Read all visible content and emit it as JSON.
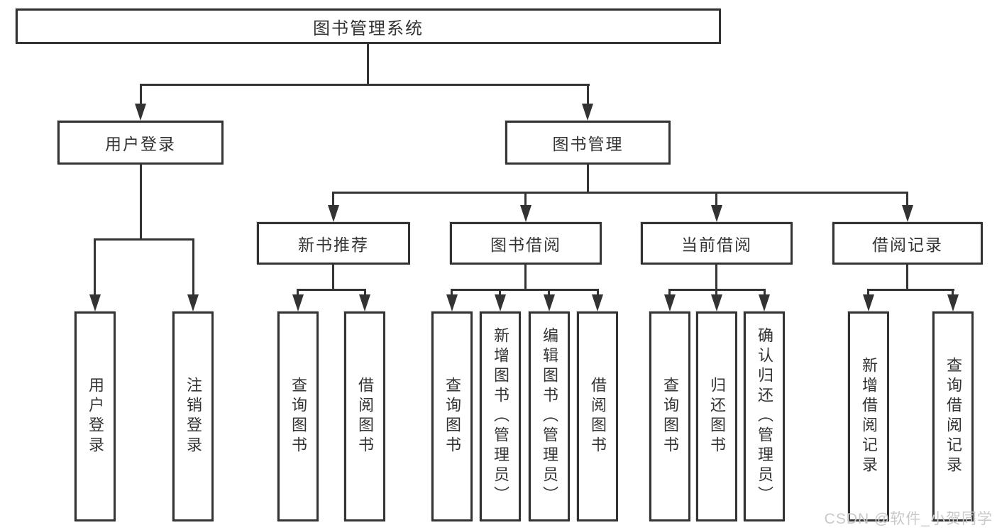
{
  "nodes": {
    "root": "图书管理系统",
    "user_login": "用户登录",
    "book_mgmt": "图书管理",
    "new_book": "新书推荐",
    "book_borrow": "图书借阅",
    "current_borrow": "当前借阅",
    "borrow_record": "借阅记录",
    "leaf_user_login": "用户登录",
    "leaf_logout": "注销登录",
    "leaf_nb_query": "查询图书",
    "leaf_nb_borrow": "借阅图书",
    "leaf_bb_query": "查询图书",
    "leaf_bb_add": "新增图书（管理员）",
    "leaf_bb_edit": "编辑图书（管理员）",
    "leaf_bb_borrow": "借阅图书",
    "leaf_cb_query": "查询图书",
    "leaf_cb_return": "归还图书",
    "leaf_cb_confirm": "确认归还（管理员）",
    "leaf_br_add": "新增借阅记录",
    "leaf_br_query": "查询借阅记录"
  },
  "tree": {
    "label": "图书管理系统",
    "children": [
      {
        "label": "用户登录",
        "children": [
          {
            "label": "用户登录"
          },
          {
            "label": "注销登录"
          }
        ]
      },
      {
        "label": "图书管理",
        "children": [
          {
            "label": "新书推荐",
            "children": [
              {
                "label": "查询图书"
              },
              {
                "label": "借阅图书"
              }
            ]
          },
          {
            "label": "图书借阅",
            "children": [
              {
                "label": "查询图书"
              },
              {
                "label": "新增图书（管理员）"
              },
              {
                "label": "编辑图书（管理员）"
              },
              {
                "label": "借阅图书"
              }
            ]
          },
          {
            "label": "当前借阅",
            "children": [
              {
                "label": "查询图书"
              },
              {
                "label": "归还图书"
              },
              {
                "label": "确认归还（管理员）"
              }
            ]
          },
          {
            "label": "借阅记录",
            "children": [
              {
                "label": "新增借阅记录"
              },
              {
                "label": "查询借阅记录"
              }
            ]
          }
        ]
      }
    ]
  },
  "watermark": "CSDN @软件_小贺同学",
  "colors": {
    "line": "#333333",
    "text": "#333333",
    "background": "#ffffff",
    "watermark": "#c9c9c9"
  }
}
